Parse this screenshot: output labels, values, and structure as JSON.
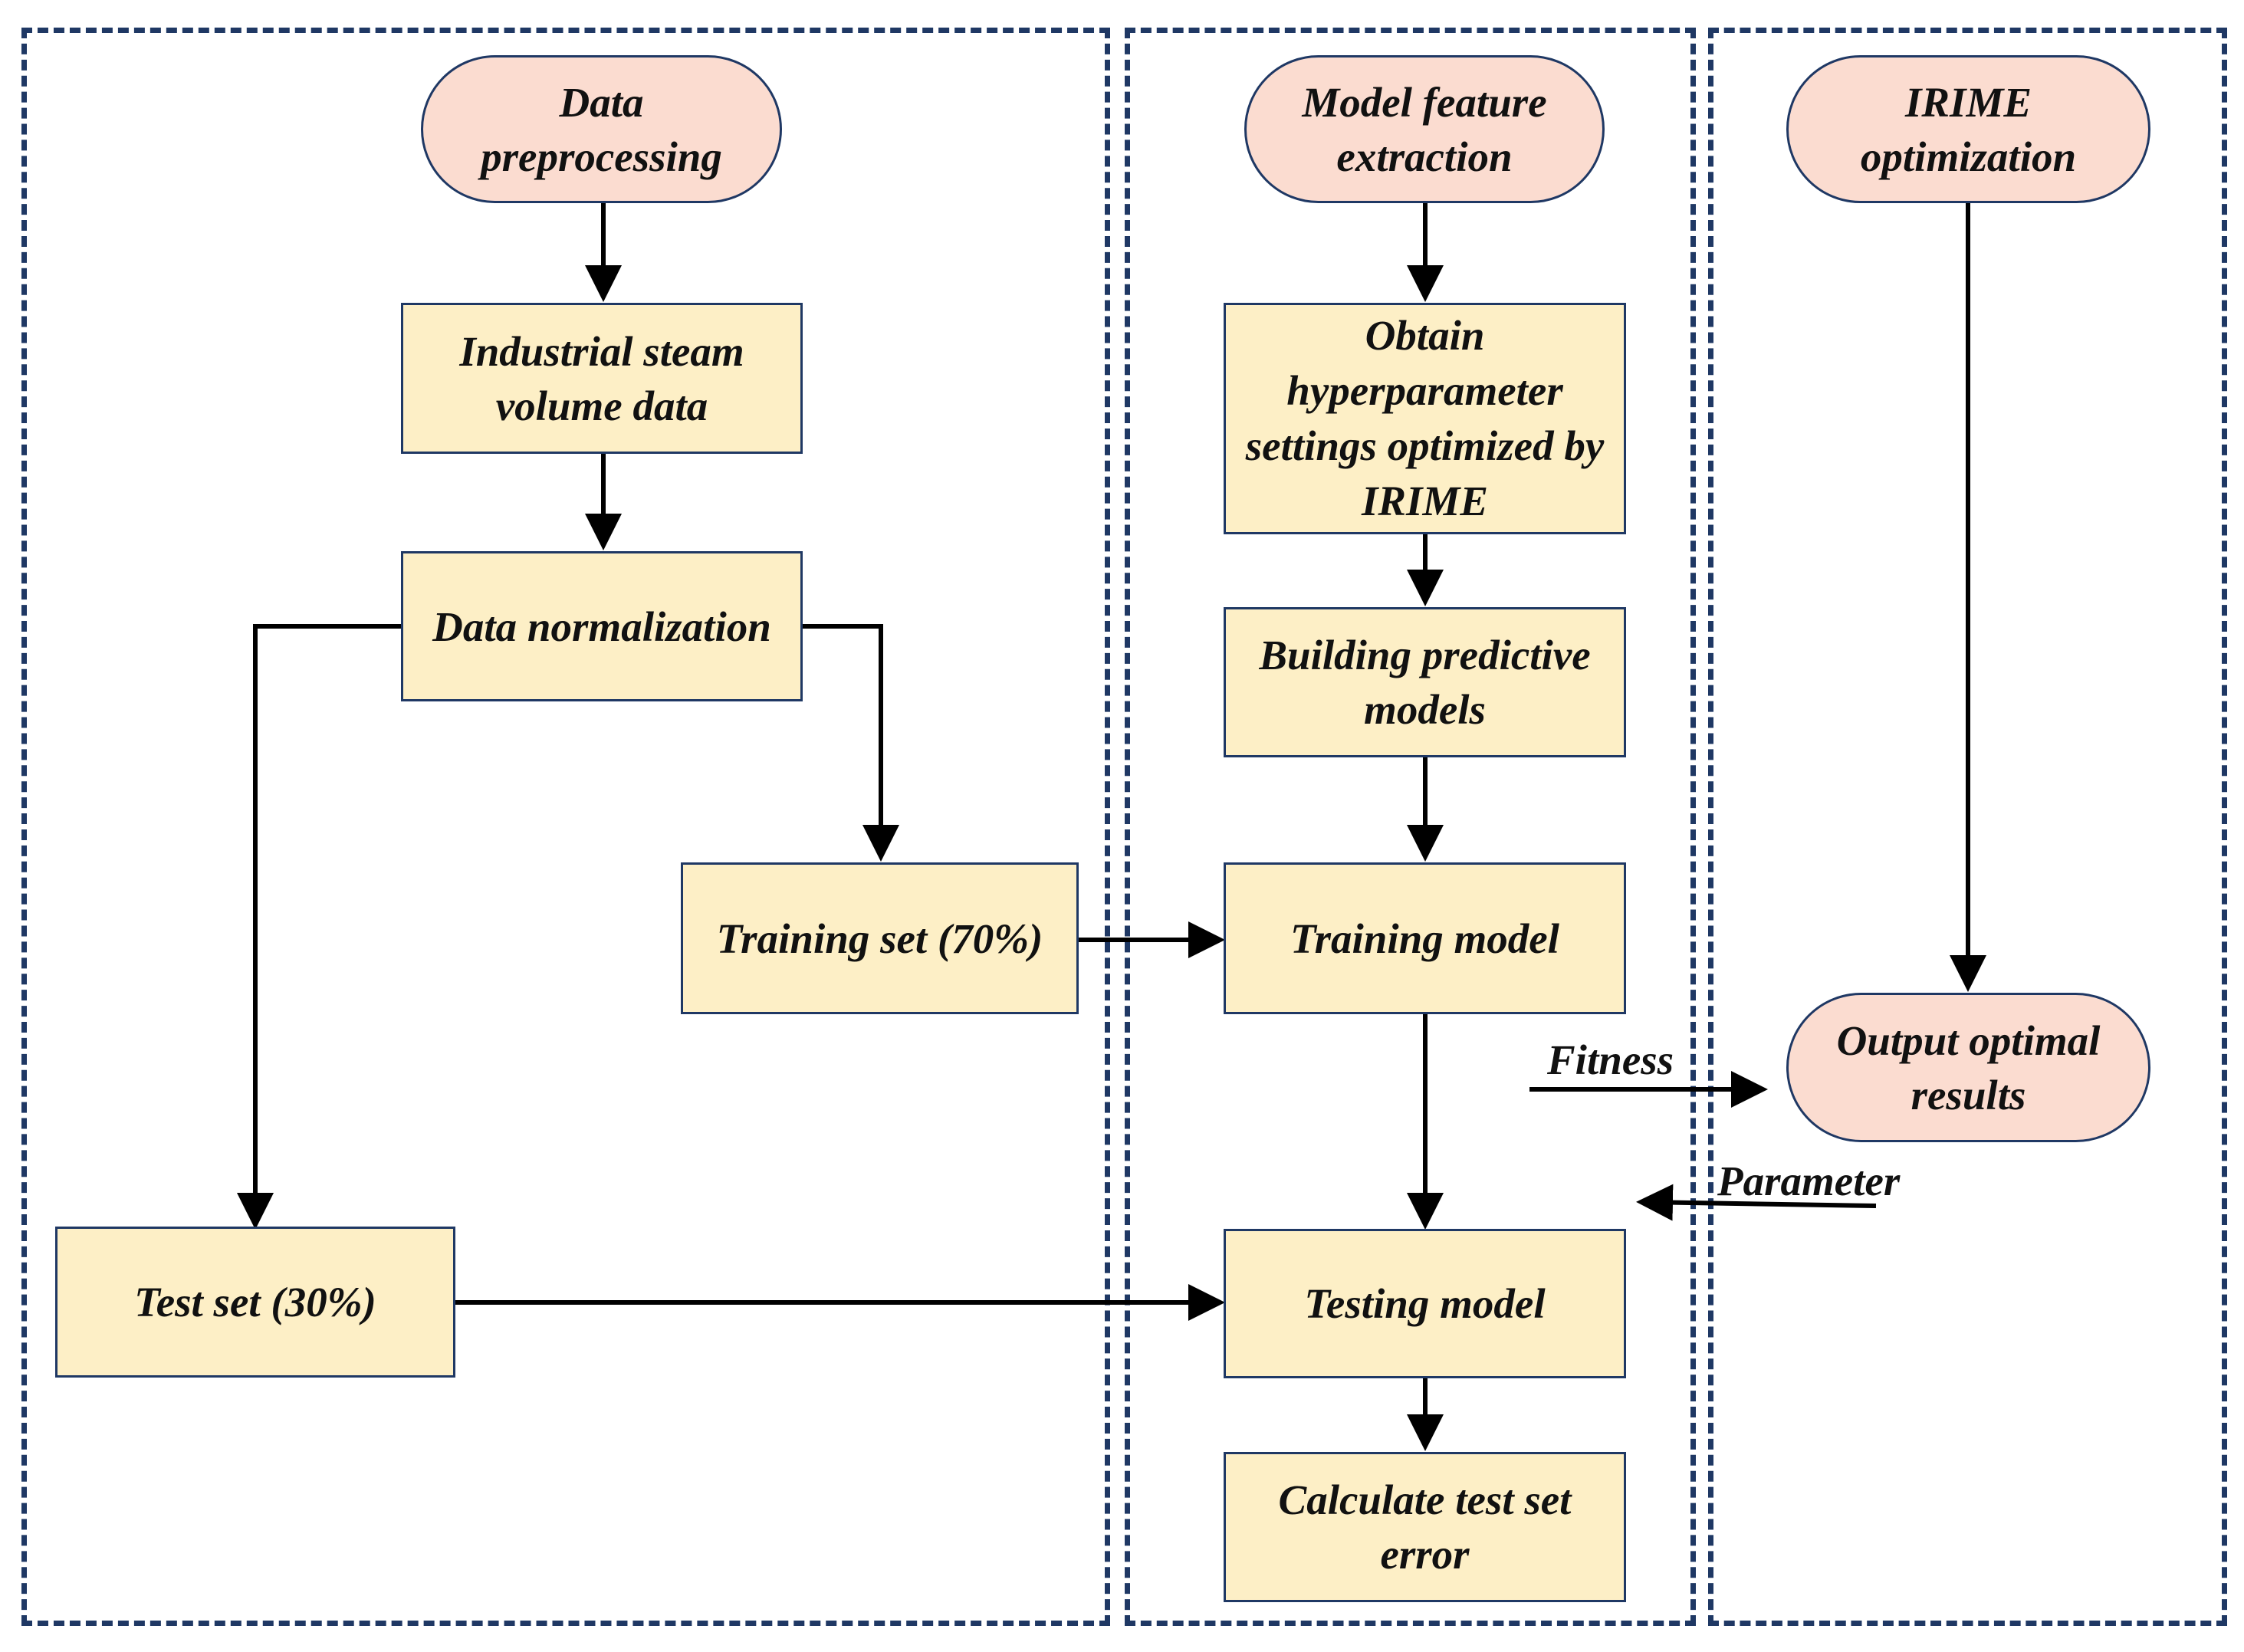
{
  "nodes": {
    "data_preprocessing": "Data preprocessing",
    "industrial_steam": "Industrial steam volume data",
    "data_normalization": "Data normalization",
    "training_set": "Training set (70%)",
    "test_set": "Test set (30%)",
    "model_feature_extraction": "Model feature extraction",
    "obtain_hyperparameter": "Obtain hyperparameter settings optimized by IRIME",
    "building_predictive": "Building predictive models",
    "training_model": "Training model",
    "testing_model": "Testing model",
    "calculate_error": "Calculate test set error",
    "irime_optimization": "IRIME optimization",
    "output_optimal": "Output optimal results"
  },
  "edge_labels": {
    "fitness": "Fitness",
    "parameter": "Parameter"
  },
  "colors": {
    "process_box_fill": "#fdefc6",
    "terminal_fill": "#fbdcd0",
    "border": "#1f3864",
    "arrow": "#000000"
  }
}
